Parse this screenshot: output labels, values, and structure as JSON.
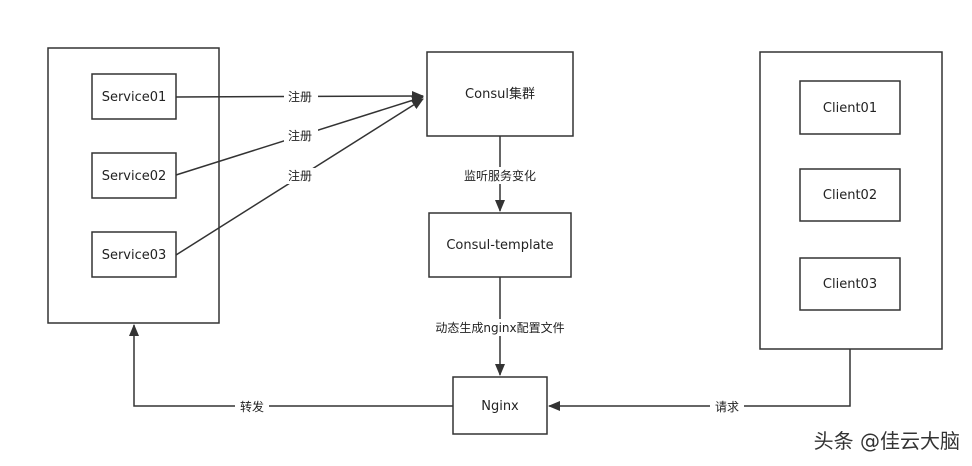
{
  "nodes": {
    "service01": "Service01",
    "service02": "Service02",
    "service03": "Service03",
    "consul_cluster": "Consul集群",
    "consul_template": "Consul-template",
    "nginx": "Nginx",
    "client01": "Client01",
    "client02": "Client02",
    "client03": "Client03"
  },
  "edges": {
    "register_1": "注册",
    "register_2": "注册",
    "register_3": "注册",
    "watch_changes": "监听服务变化",
    "generate_config": "动态生成nginx配置文件",
    "forward": "转发",
    "request": "请求"
  },
  "watermark": "头条 @佳云大脑",
  "colors": {
    "line": "#333333",
    "box_border": "#333333",
    "background": "#ffffff"
  }
}
